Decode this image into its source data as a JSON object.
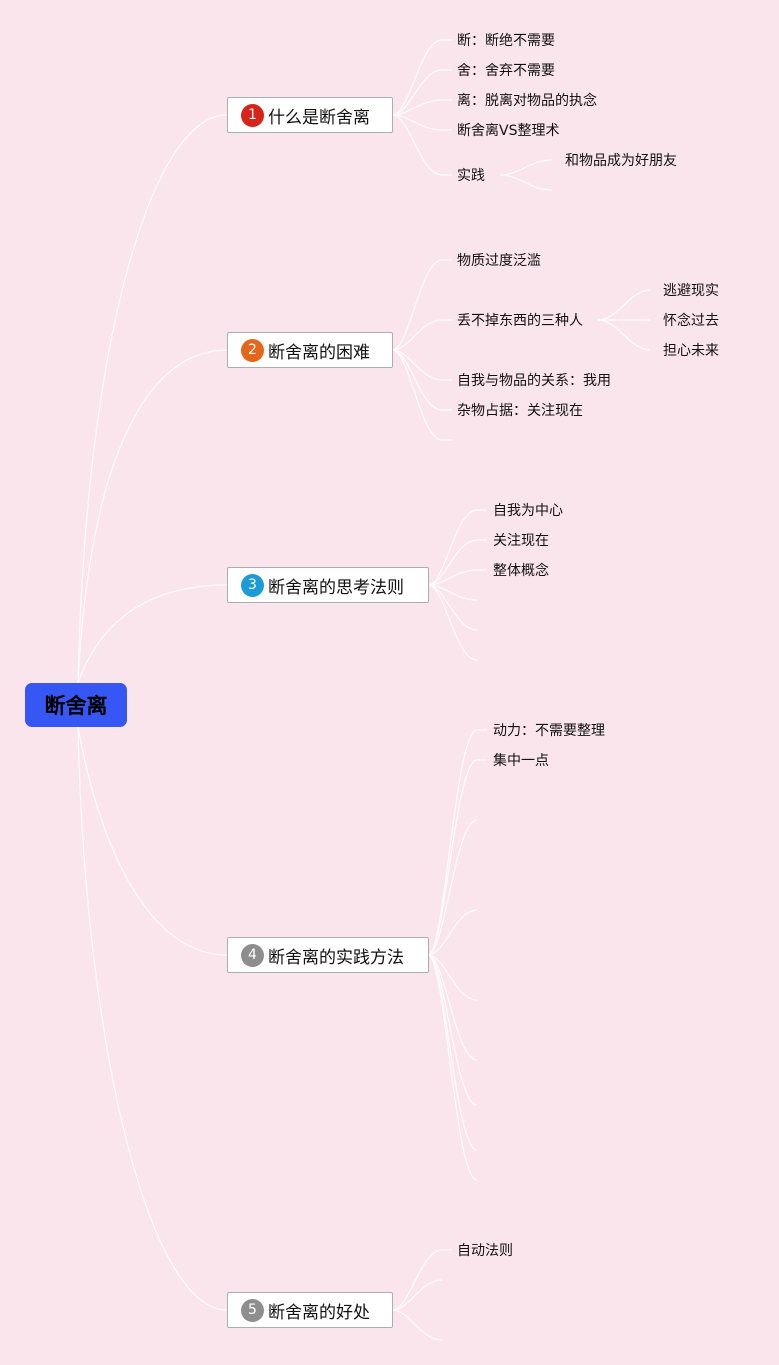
{
  "root": {
    "label": "断舍离",
    "color": "#3757f4"
  },
  "topics": [
    {
      "number": "1",
      "label": "什么是断舍离",
      "badge_color": "#d8231b",
      "children": [
        {
          "label": "断：断绝不需要"
        },
        {
          "label": "舍：舍弃不需要"
        },
        {
          "label": "离：脱离对物品的执念"
        },
        {
          "label": "断舍离VS整理术"
        },
        {
          "label": "实践",
          "children": [
            {
              "label": "和物品成为好朋友"
            }
          ]
        }
      ]
    },
    {
      "number": "2",
      "label": "断舍离的困难",
      "badge_color": "#e2661b",
      "children": [
        {
          "label": "物质过度泛滥"
        },
        {
          "label": "丢不掉东西的三种人",
          "children": [
            {
              "label": "逃避现实"
            },
            {
              "label": "怀念过去"
            },
            {
              "label": "担心未来"
            }
          ]
        },
        {
          "label": "自我与物品的关系：我用"
        },
        {
          "label": "杂物占据：关注现在"
        }
      ]
    },
    {
      "number": "3",
      "label": "断舍离的思考法则",
      "badge_color": "#1d9bd7",
      "children": [
        {
          "label": "自我为中心"
        },
        {
          "label": "关注现在"
        },
        {
          "label": "整体概念"
        }
      ]
    },
    {
      "number": "4",
      "label": "断舍离的实践方法",
      "badge_color": "#8e8e8e",
      "children": [
        {
          "label": "动力：不需要整理"
        },
        {
          "label": "集中一点"
        }
      ]
    },
    {
      "number": "5",
      "label": "断舍离的好处",
      "badge_color": "#8e8e8e",
      "children": [
        {
          "label": "自动法则"
        }
      ]
    }
  ]
}
